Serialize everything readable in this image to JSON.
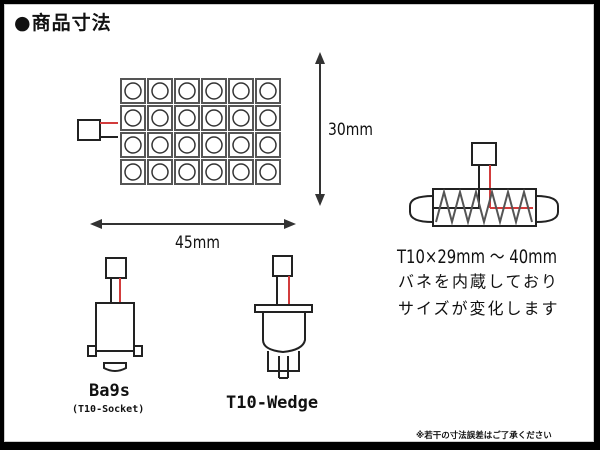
{
  "title": "●商品寸法",
  "led_panel": {
    "rows": 4,
    "cols": 6,
    "width_label": "45mm",
    "height_label": "30mm"
  },
  "bulbs": [
    {
      "name": "Ba9s",
      "sub": "(T10-Socket)"
    },
    {
      "name": "T10-Wedge"
    },
    {
      "name": "T10×29mm ～ 40mm",
      "note_line1": "バネを内蔵しており",
      "note_line2": "サイズが変化します"
    }
  ],
  "footnote": "※若干の寸法誤差はご了承ください",
  "colors": {
    "frame": "#000000",
    "line": "#222222",
    "led_border": "#555555",
    "wire_red": "#d23c3c"
  }
}
